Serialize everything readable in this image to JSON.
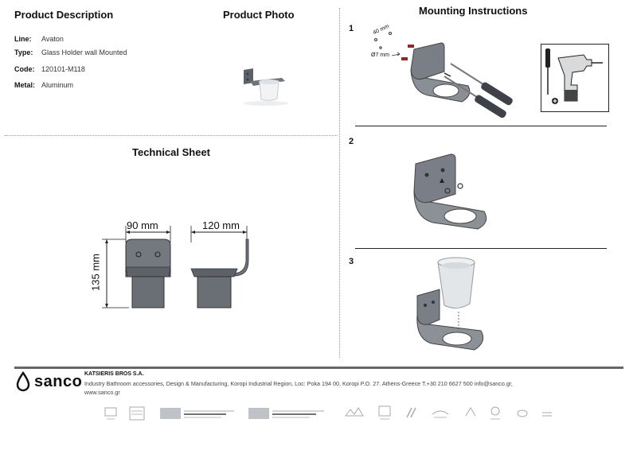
{
  "headings": {
    "product_description": "Product Description",
    "product_photo": "Product Photo",
    "technical_sheet": "Technical Sheet",
    "mounting_instructions": "Mounting Instructions"
  },
  "specs": [
    {
      "label": "Line:",
      "value": "Avaton"
    },
    {
      "label": "Type:",
      "value": "Glass Holder wall Mounted"
    },
    {
      "label": "Code:",
      "value": "120101-M118"
    },
    {
      "label": "Metal:",
      "value": "Aluminum"
    }
  ],
  "dimensions": {
    "width": "90 mm",
    "depth": "120 mm",
    "height": "135 mm"
  },
  "mounting": {
    "steps": [
      "1",
      "2",
      "3"
    ],
    "hole_spacing": "40 mm",
    "drill_diameter": "Ø7 mm"
  },
  "footer": {
    "brand": "sanco",
    "company": "KATSIERIS BROS S.A.",
    "address_line1": "Industry Bathroom accessories, Design & Manufacturing, Koropi Industrial Region, Loc: Poka 194 00, Koropi P.O. 27. Athens-Greece   T.+30 210 6627 500 info@sanco.gr,",
    "address_line2": "www.sanco.gr"
  },
  "colors": {
    "metal": "#6f737b",
    "metal_dark": "#4c5058",
    "glass": "#e6e8ea",
    "footer_bar": "#666666"
  }
}
